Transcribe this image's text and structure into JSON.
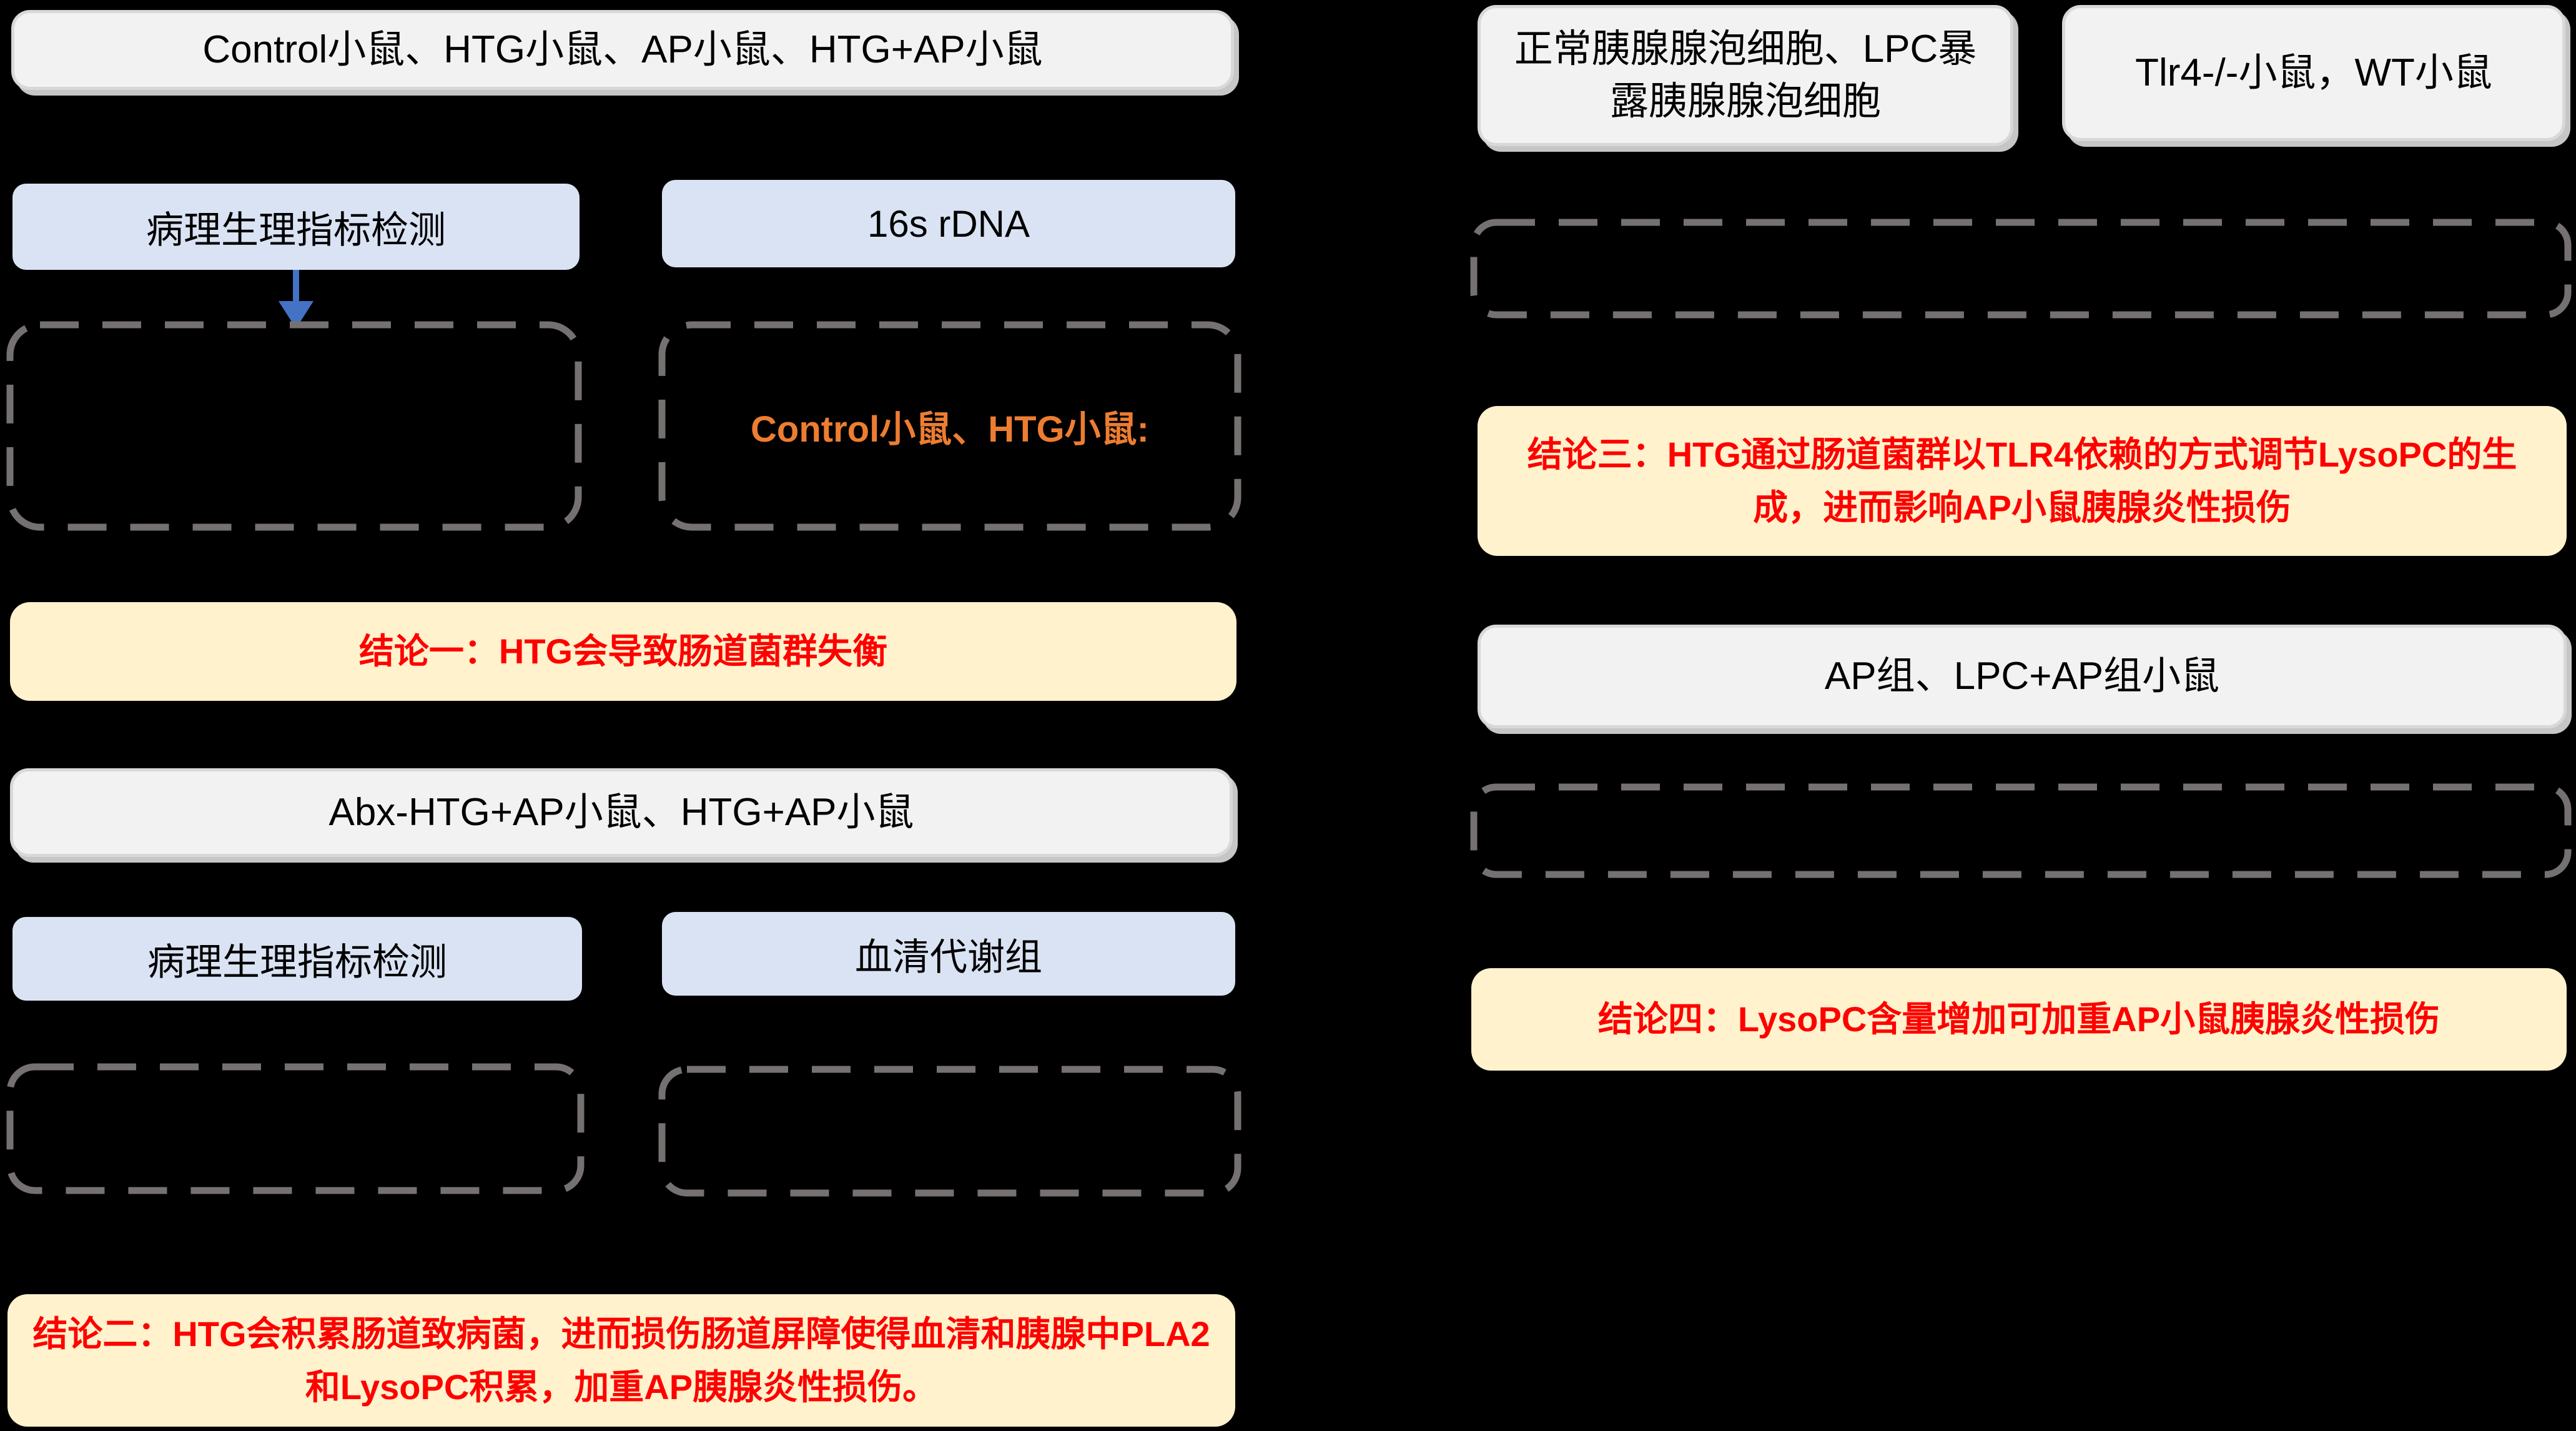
{
  "palette": {
    "background": "#000000",
    "cohort_box_fill": "#f2f2f2",
    "cohort_box_edge": "#c6c6c6",
    "assay_box_fill": "#dae3f3",
    "conclusion_box_fill": "#fff2cc",
    "conclusion_text": "#ff0000",
    "highlight_text": "#ed7d31",
    "dashed_border": "#767171",
    "arrow": "#4472c4"
  },
  "left_column": {
    "cohort_box_1": "Control小鼠、HTG小鼠、AP小鼠、HTG+AP小鼠",
    "assay_box_pathophys_1": "病理生理指标检测",
    "assay_box_16s": "16s rDNA",
    "result_highlight": "Control小鼠、HTG小鼠:",
    "conclusion_1": "结论一：HTG会导致肠道菌群失衡",
    "cohort_box_2": "Abx-HTG+AP小鼠、HTG+AP小鼠",
    "assay_box_pathophys_2": "病理生理指标检测",
    "assay_box_serum_metabolome": "血清代谢组",
    "conclusion_2": "结论二：HTG会积累肠道致病菌，进而损伤肠道屏障使得血清和胰腺中PLA2和LysoPC积累，加重AP胰腺炎性损伤。"
  },
  "right_column": {
    "cohort_box_acinar_cells": "正常胰腺腺泡细胞、LPC暴露胰腺腺泡细胞",
    "cohort_box_tlr4": "Tlr4-/-小鼠，WT小鼠",
    "conclusion_3": "结论三：HTG通过肠道菌群以TLR4依赖的方式调节LysoPC的生成，进而影响AP小鼠胰腺炎性损伤",
    "cohort_box_ap_lpc": "AP组、LPC+AP组小鼠",
    "conclusion_4": "结论四：LysoPC含量增加可加重AP小鼠胰腺炎性损伤"
  }
}
